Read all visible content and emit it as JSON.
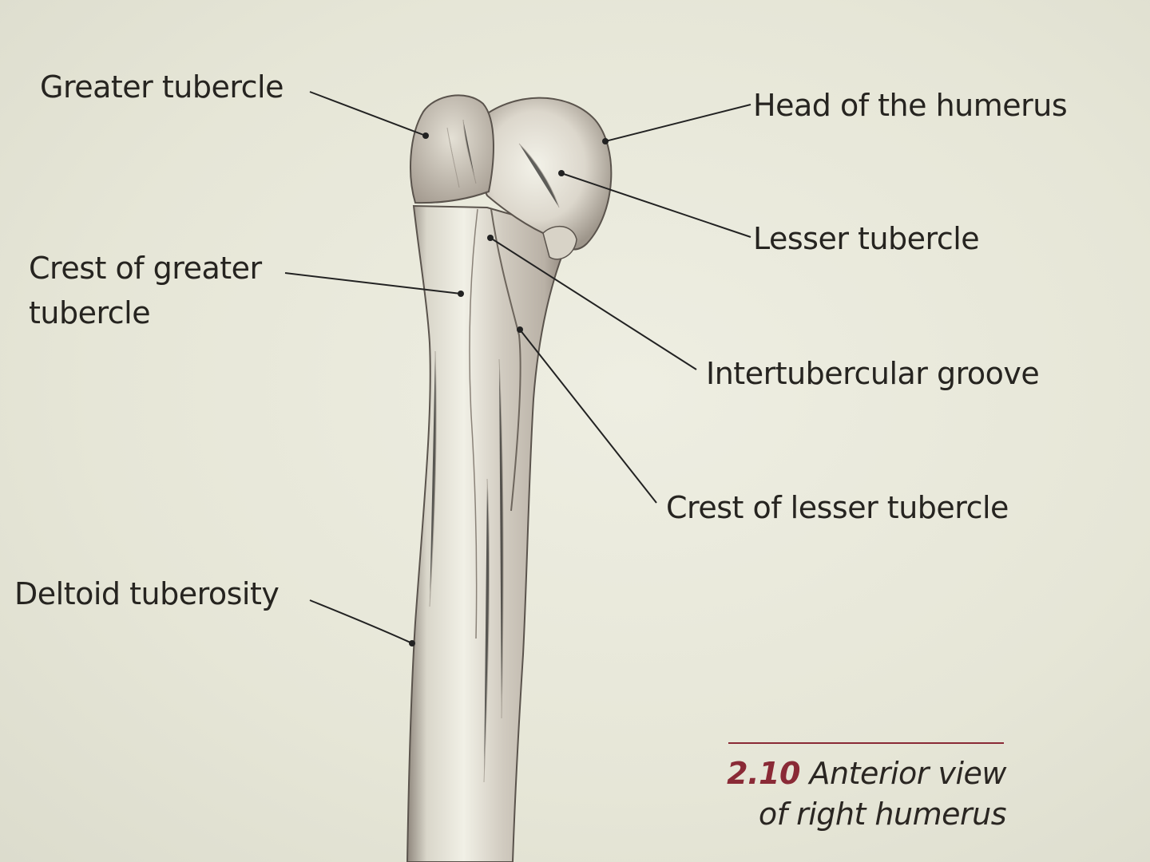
{
  "labels": {
    "greater_tubercle": "Greater tubercle",
    "head_of_humerus": "Head of the humerus",
    "lesser_tubercle": "Lesser tubercle",
    "crest_greater_line1": "Crest of greater",
    "crest_greater_line2": "tubercle",
    "intertubercular_groove": "Intertubercular groove",
    "crest_lesser": "Crest of lesser tubercle",
    "deltoid_tuberosity": "Deltoid tuberosity"
  },
  "caption": {
    "figure_number": "2.10",
    "title_line1": "Anterior view",
    "title_line2": "of right humerus",
    "accent_color": "#8a2a36"
  },
  "colors": {
    "paper": "#e6e6d8",
    "bone_fill": "#efeee3",
    "bone_shade": "#a79f95",
    "ink": "#262420"
  }
}
